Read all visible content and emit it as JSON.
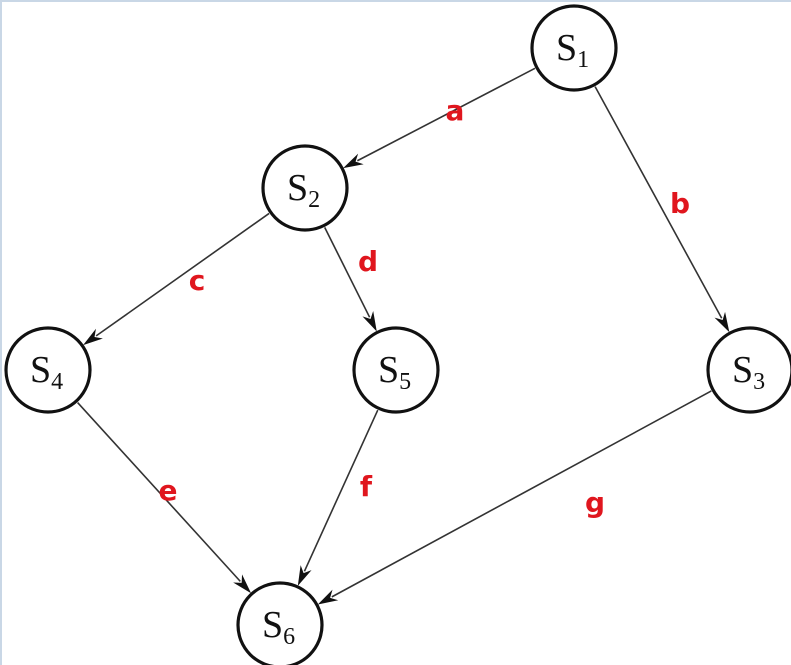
{
  "colors": {
    "node_stroke": "#111111",
    "edge_stroke": "#333333",
    "edge_label": "#e0161e"
  },
  "nodes": [
    {
      "id": "S1",
      "letter": "S",
      "sub": "1"
    },
    {
      "id": "S2",
      "letter": "S",
      "sub": "2"
    },
    {
      "id": "S3",
      "letter": "S",
      "sub": "3"
    },
    {
      "id": "S4",
      "letter": "S",
      "sub": "4"
    },
    {
      "id": "S5",
      "letter": "S",
      "sub": "5"
    },
    {
      "id": "S6",
      "letter": "S",
      "sub": "6"
    }
  ],
  "edges": [
    {
      "from": "S1",
      "to": "S2",
      "label": "a"
    },
    {
      "from": "S1",
      "to": "S3",
      "label": "b"
    },
    {
      "from": "S2",
      "to": "S4",
      "label": "c"
    },
    {
      "from": "S2",
      "to": "S5",
      "label": "d"
    },
    {
      "from": "S4",
      "to": "S6",
      "label": "e"
    },
    {
      "from": "S5",
      "to": "S6",
      "label": "f"
    },
    {
      "from": "S3",
      "to": "S6",
      "label": "g"
    }
  ]
}
